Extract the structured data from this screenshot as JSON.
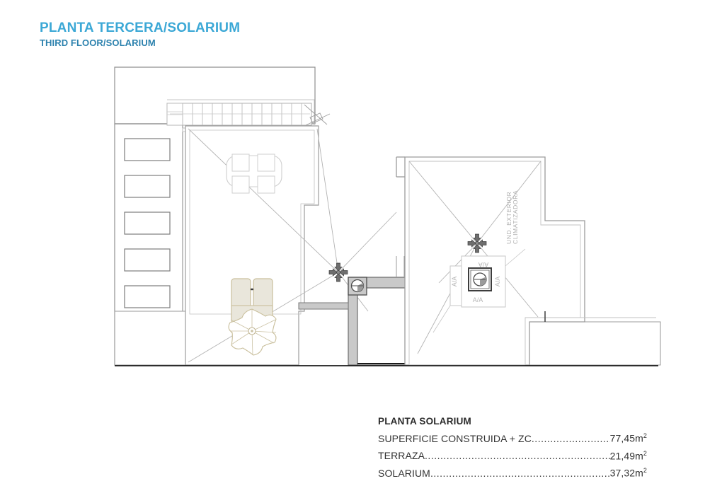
{
  "header": {
    "title_es": "PLANTA TERCERA/SOLARIUM",
    "title_en": "THIRD FLOOR/SOLARIUM",
    "title_color": "#3ca8d6",
    "subtitle_color": "#2d82ae"
  },
  "legend": {
    "title": "PLANTA SOLARIUM",
    "dots": "..................................................................................................",
    "rows": [
      {
        "label": "SUPERFICIE CONSTRUIDA + ZC",
        "value": "77,45",
        "unit": "m",
        "exponent": "2"
      },
      {
        "label": "TERRAZA",
        "value": "21,49",
        "unit": "m",
        "exponent": "2"
      },
      {
        "label": "SOLARIUM",
        "value": "37,32",
        "unit": "m",
        "exponent": "2"
      }
    ]
  },
  "plan": {
    "name": "third-floor-solarium-plan",
    "annotations": {
      "ac_unit_label": "UND. EXTERIOR CLIMATIZADORA",
      "ac_side_label": "A/A"
    },
    "colors": {
      "wall_dark": "#5a5a5a",
      "wall_light": "#b8b8b8",
      "roof_line": "#a8a8a8",
      "furniture_tan": "#cdc4a3",
      "furniture_fill": "#e9e6db",
      "shaft_fill": "#c9c9c9",
      "ground_line": "#1a1a1a"
    },
    "elements": {
      "louver_panels": 5,
      "stair_treads": 13,
      "dining_chairs": 4,
      "sun_loungers": 2,
      "parasol_ribs": 8,
      "roof_drains": 2
    }
  }
}
